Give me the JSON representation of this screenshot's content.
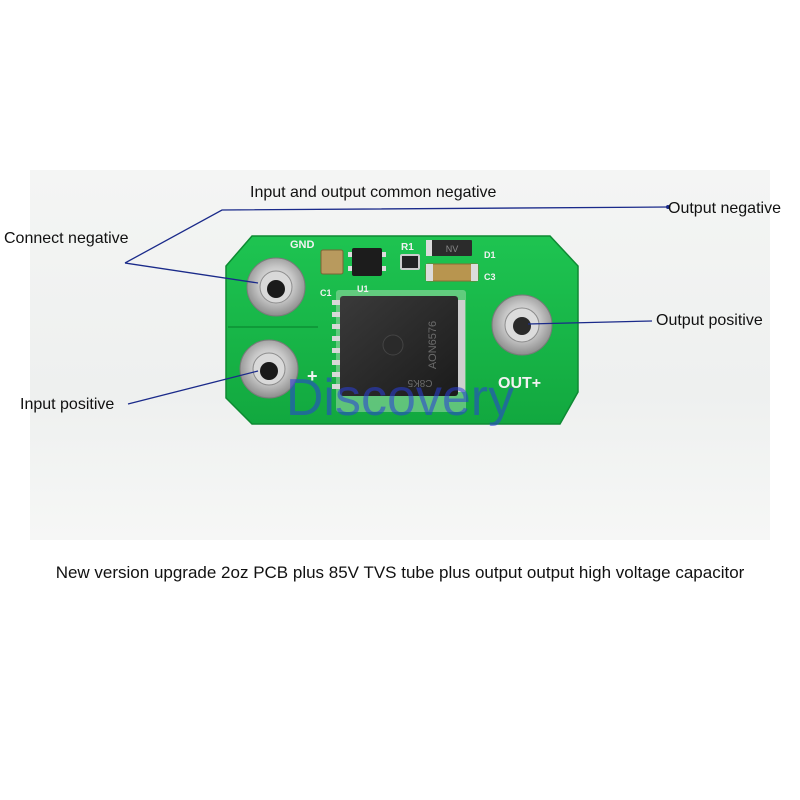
{
  "labels": {
    "common_negative": "Input and output common negative",
    "output_negative": "Output negative",
    "connect_negative": "Connect negative",
    "output_positive": "Output positive",
    "input_positive": "Input positive"
  },
  "caption": "New version upgrade 2oz PCB plus 85V TVS tube plus output output high voltage capacitor",
  "watermark": "Discovery",
  "silkscreen": {
    "gnd": "GND",
    "r1": "R1",
    "d1": "D1",
    "c3": "C3",
    "c1": "C1",
    "u1": "U1",
    "out_plus": "OUT+",
    "in_plus": "+",
    "ic_marking": "AON6576",
    "tvs_marking": "NV",
    "lot_code": "C8K5"
  },
  "colors": {
    "pcb_green": "#17b84a",
    "pad_silver": "#c9c9c9",
    "watermark_blue": "#2a3fd8",
    "leader_line": "#1a2a8a"
  }
}
